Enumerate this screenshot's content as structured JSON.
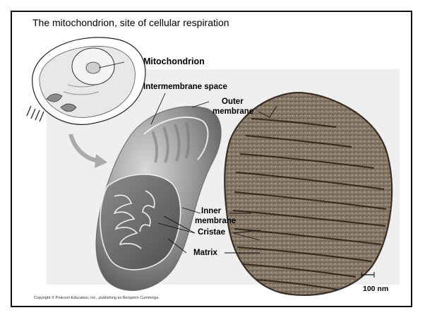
{
  "slide": {
    "title": "The mitochondrion, site of cellular respiration",
    "copyright": "Copyright © Pearson Education, Inc., publishing as Benjamin Cummings."
  },
  "figure": {
    "labels": {
      "mitochondrion": "Mitochondrion",
      "intermembrane_space": "Intermembrane space",
      "outer_membrane_line1": "Outer",
      "outer_membrane_line2": "membrane",
      "inner_membrane_line1": "Inner",
      "inner_membrane_line2": "membrane",
      "cristae": "Cristae",
      "matrix": "Matrix",
      "scale_bar": "100 nm"
    }
  }
}
